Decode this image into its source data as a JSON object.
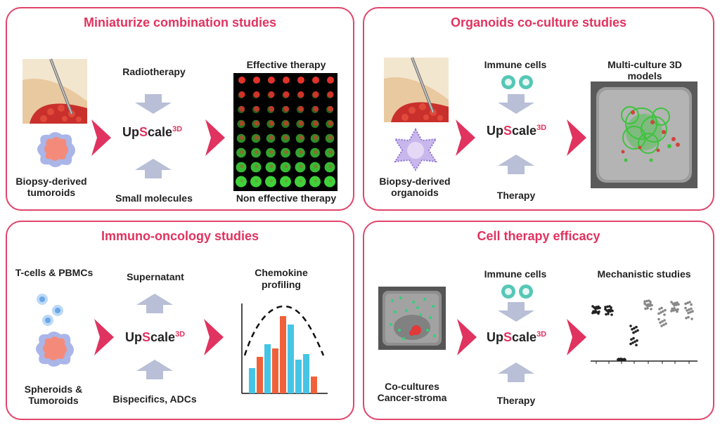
{
  "panels": {
    "p1": {
      "title": "Miniaturize combination studies",
      "left_label": "Biopsy-derived\ntumoroids",
      "top_input": "Radiotherapy",
      "bottom_input": "Small molecules",
      "upscale": {
        "prefix": "Up",
        "s": "S",
        "suffix": "cale",
        "sup": "3D"
      },
      "result_top": "Effective therapy",
      "result_bottom": "Non effective therapy"
    },
    "p2": {
      "title": "Organoids co-culture studies",
      "left_label": "Biopsy-derived\norganoids",
      "top_input": "Immune cells",
      "bottom_input": "Therapy",
      "upscale": {
        "prefix": "Up",
        "s": "S",
        "suffix": "cale",
        "sup": "3D"
      },
      "result_label": "Multi-culture 3D\nmodels"
    },
    "p3": {
      "title": "Immuno-oncology studies",
      "left_top_label": "T-cells & PBMCs",
      "left_label": "Spheroids &\nTumoroids",
      "top_input": "Supernatant",
      "bottom_input": "Bispecifics, ADCs",
      "upscale": {
        "prefix": "Up",
        "s": "S",
        "suffix": "cale",
        "sup": "3D"
      },
      "result_label": "Chemokine\nprofiling"
    },
    "p4": {
      "title": "Cell therapy efficacy",
      "left_label": "Co-cultures\nCancer-stroma",
      "top_input": "Immune cells",
      "bottom_input": "Therapy",
      "upscale": {
        "prefix": "Up",
        "s": "S",
        "suffix": "cale",
        "sup": "3D"
      },
      "result_label": "Mechanistic studies"
    }
  },
  "colors": {
    "accent": "#e0335f",
    "border": "#e0456b",
    "arrow_gray": "#b8bfd6",
    "teal": "#4fc3c9",
    "orange": "#f0613a",
    "cyan": "#45c5e6"
  }
}
